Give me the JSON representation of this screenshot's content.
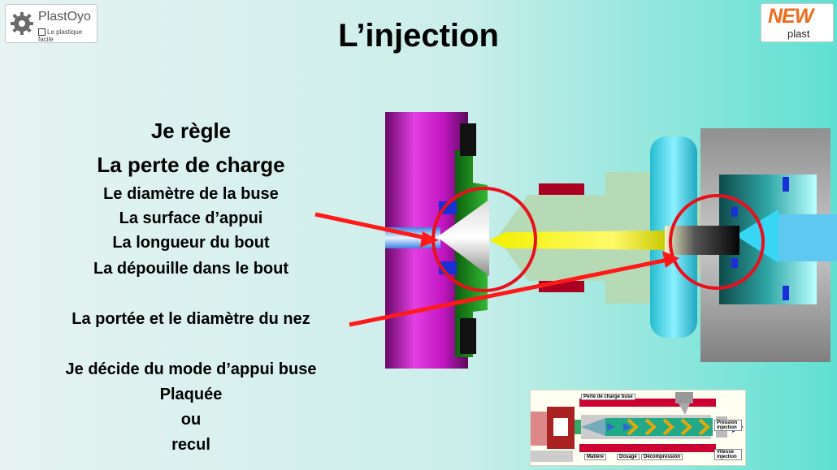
{
  "header": {
    "title": "L’injection"
  },
  "logos": {
    "left": {
      "name": "PlastOyo",
      "tagline": "Le plastique facile"
    },
    "right": {
      "mark": "NEW",
      "word": "plast"
    }
  },
  "text": {
    "line1": "Je règle",
    "line2": "La perte de charge",
    "line3": "Le diamètre de la  buse",
    "line4": "La surface d’appui",
    "line5": "La longueur du bout",
    "line6": "La dépouille dans le bout",
    "line7": "La portée et le diamètre du nez",
    "line8": "Je décide du mode d’appui buse",
    "line9": "Plaquée",
    "line10": "ou",
    "line11": "recul"
  },
  "mini_diagram": {
    "label_top": "Perte de charge buse",
    "label_press": "Pression injection",
    "label_mat": "Matière",
    "label_dos": "Dosage",
    "label_dec": "Décompression",
    "label_vit": "Vitesse injection"
  },
  "colors": {
    "arrow": "#ff1a1a",
    "circle": "#e8101c",
    "plate": "#c417c4",
    "mold": "#2a9e2a"
  }
}
